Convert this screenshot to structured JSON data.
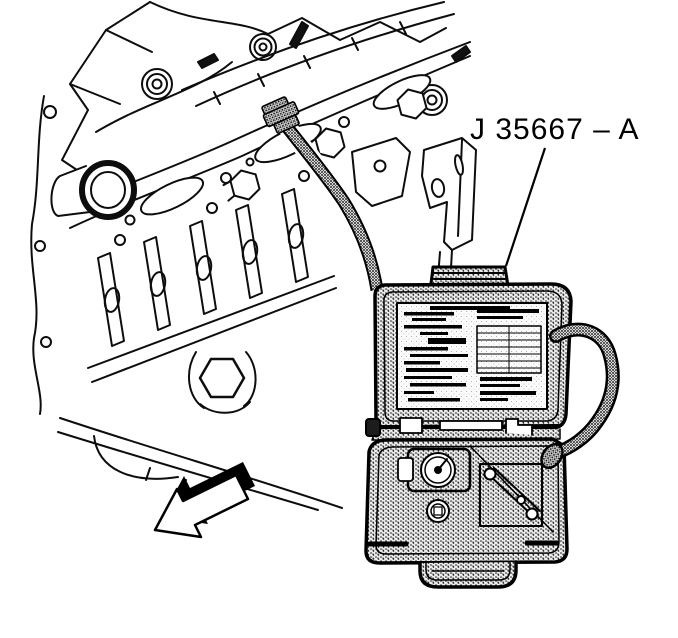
{
  "figure": {
    "tool_label": "J 35667 – A"
  },
  "colors": {
    "line": "#0d0d0d",
    "background": "#ffffff",
    "case_texture": "#e9e9e9",
    "hose_texture": "#d9d9d9"
  },
  "parts": [
    {
      "name": "engine-block-illustration"
    },
    {
      "name": "cylinder-head"
    },
    {
      "name": "head-gasket-deck"
    },
    {
      "name": "coolant-port-ring"
    },
    {
      "name": "oil-drain-plug"
    },
    {
      "name": "engine-mount-bracket"
    },
    {
      "name": "oil-pan"
    },
    {
      "name": "gauge-hose"
    },
    {
      "name": "hose-fitting"
    },
    {
      "name": "tool-kit-case"
    },
    {
      "name": "case-lid"
    },
    {
      "name": "instruction-sheet"
    },
    {
      "name": "case-tray"
    },
    {
      "name": "pressure-gauge-dial"
    },
    {
      "name": "adapter-fitting"
    },
    {
      "name": "bleed-valve-nozzle"
    },
    {
      "name": "hose-loop"
    },
    {
      "name": "case-foot"
    },
    {
      "name": "leader-line"
    },
    {
      "name": "direction-arrow"
    }
  ]
}
